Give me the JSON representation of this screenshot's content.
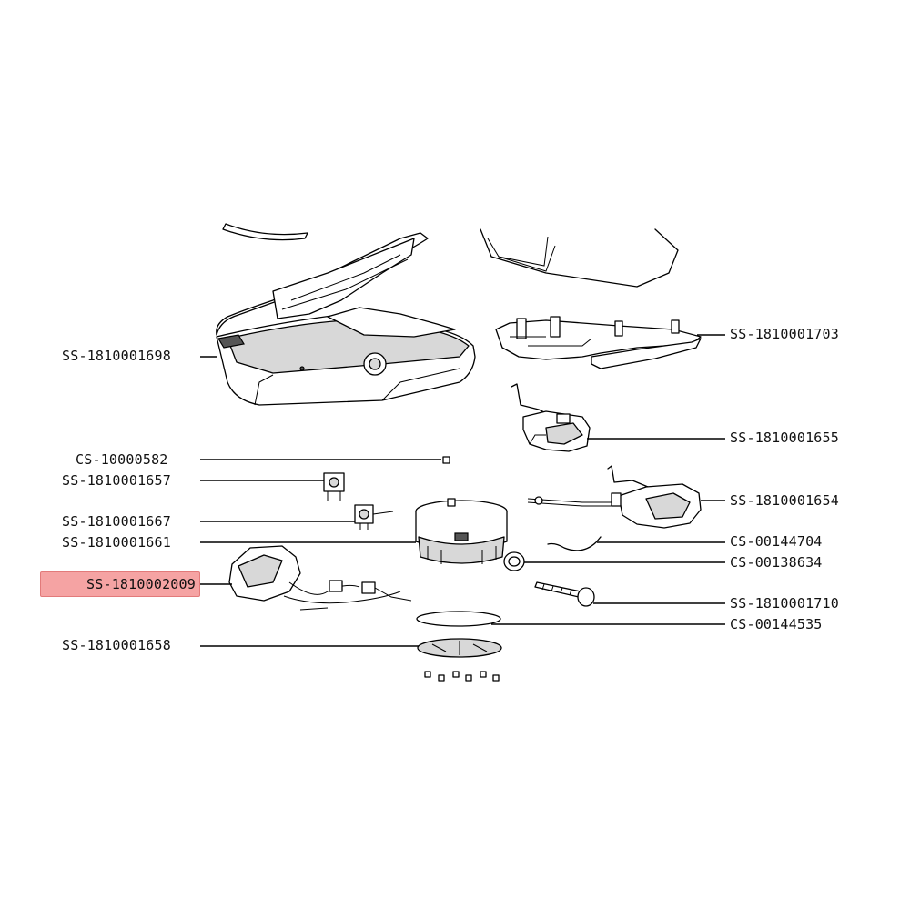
{
  "diagram": {
    "highlight_color": "#f5a3a3",
    "line_color": "#000000",
    "labels": {
      "ss_1810001698": "SS-1810001698",
      "cs_10000582": "CS-10000582",
      "ss_1810001657": "SS-1810001657",
      "ss_1810001667": "SS-1810001667",
      "ss_1810001661": "SS-1810001661",
      "ss_1810002009": "SS-1810002009",
      "ss_1810001658": "SS-1810001658",
      "ss_1810001703": "SS-1810001703",
      "ss_1810001655": "SS-1810001655",
      "ss_1810001654": "SS-1810001654",
      "cs_00144704": "CS-00144704",
      "cs_00138634": "CS-00138634",
      "ss_1810001710": "SS-1810001710",
      "cs_00144535": "CS-00144535"
    }
  }
}
